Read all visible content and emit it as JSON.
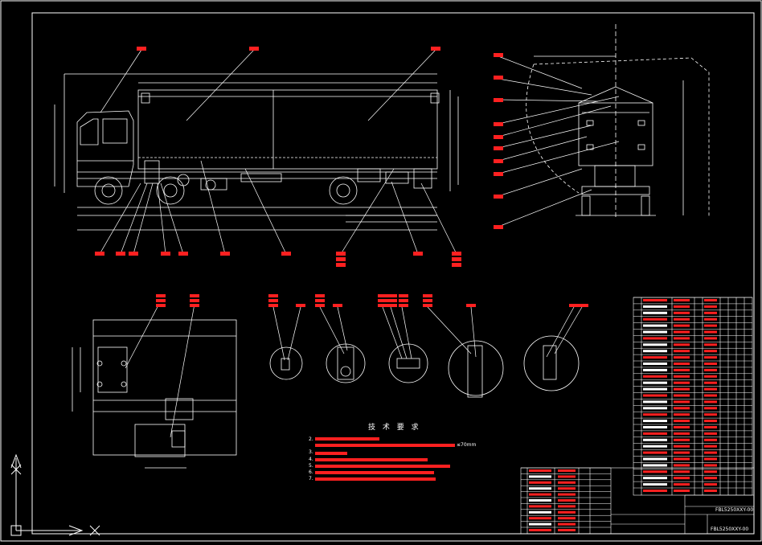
{
  "drawing": {
    "tech_requirements_title": "技 术 要 求",
    "tech_note_dimension": "≤70mm",
    "note_numbers": [
      "2.",
      "3.",
      "4.",
      "5.",
      "6.",
      "7."
    ],
    "title_block": {
      "drawing_no_1": "FBL5250XXY-00",
      "drawing_no_2": "FBL5250XXY-00"
    }
  },
  "colors": {
    "background": "#000000",
    "line": "#ffffff",
    "callout": "#ff2020",
    "dimension": "#ffffff"
  },
  "icons": [
    "ucs-axis-icon"
  ]
}
